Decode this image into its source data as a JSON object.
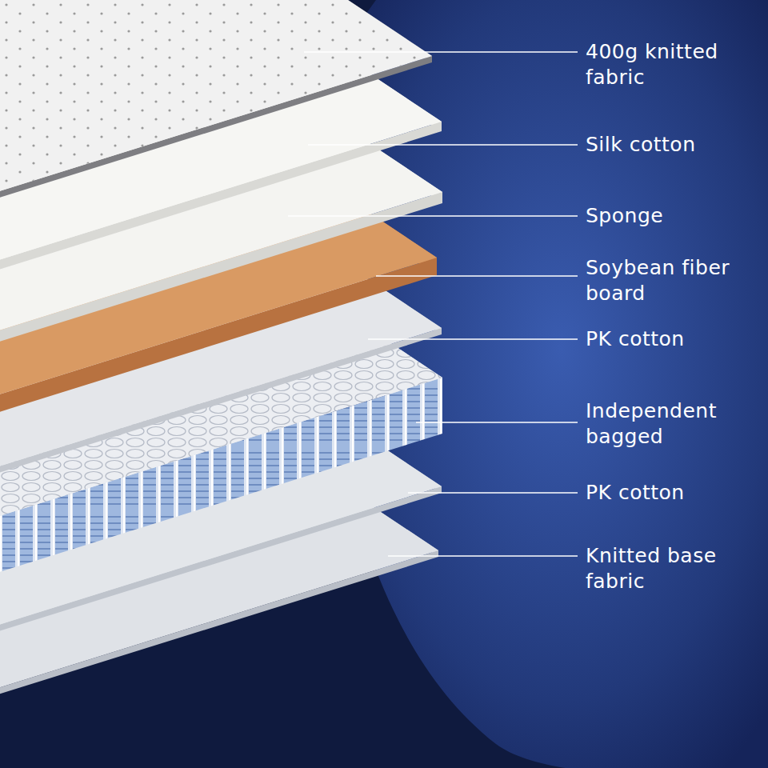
{
  "diagram": {
    "labels": [
      "400g knitted fabric",
      "Silk cotton",
      "Sponge",
      "Soybean fiber board",
      "PK cotton",
      "Independent bagged",
      "PK cotton",
      "Knitted base fabric"
    ]
  }
}
